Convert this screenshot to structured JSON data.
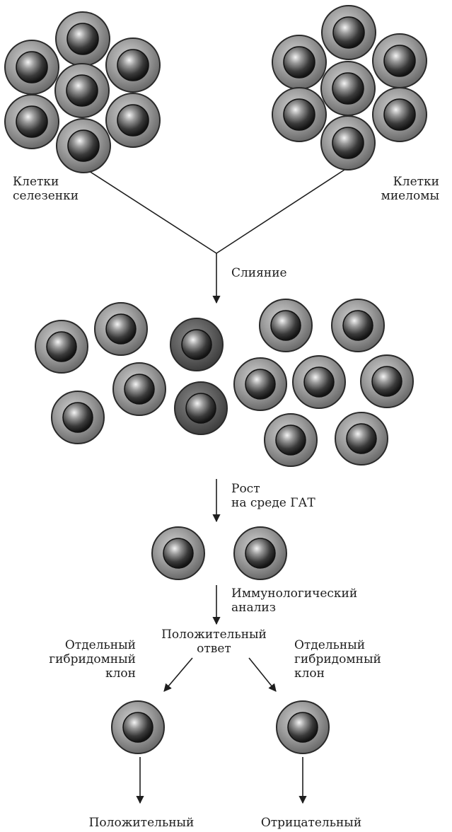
{
  "labels": {
    "spleen_cells": "Клетки\nселезенки",
    "myeloma_cells": "Клетки\nмиеломы",
    "fusion": "Слияние",
    "growth": "Рост\nна среде ГАТ",
    "immuno": "Иммунологический\nанализ",
    "positive_answer": "Положительный\nответ",
    "clone_left": "Отдельный\nгибридомный\nклон",
    "clone_right": "Отдельный\nгибридомный\nклон",
    "result_left": "Положительный",
    "result_right": "Отрицательный"
  },
  "colors": {
    "cell_outer": "#8f8f8f",
    "cell_nucleus": "#3a3a3a",
    "line": "#1e1e1e",
    "text": "#1e1e1e"
  }
}
